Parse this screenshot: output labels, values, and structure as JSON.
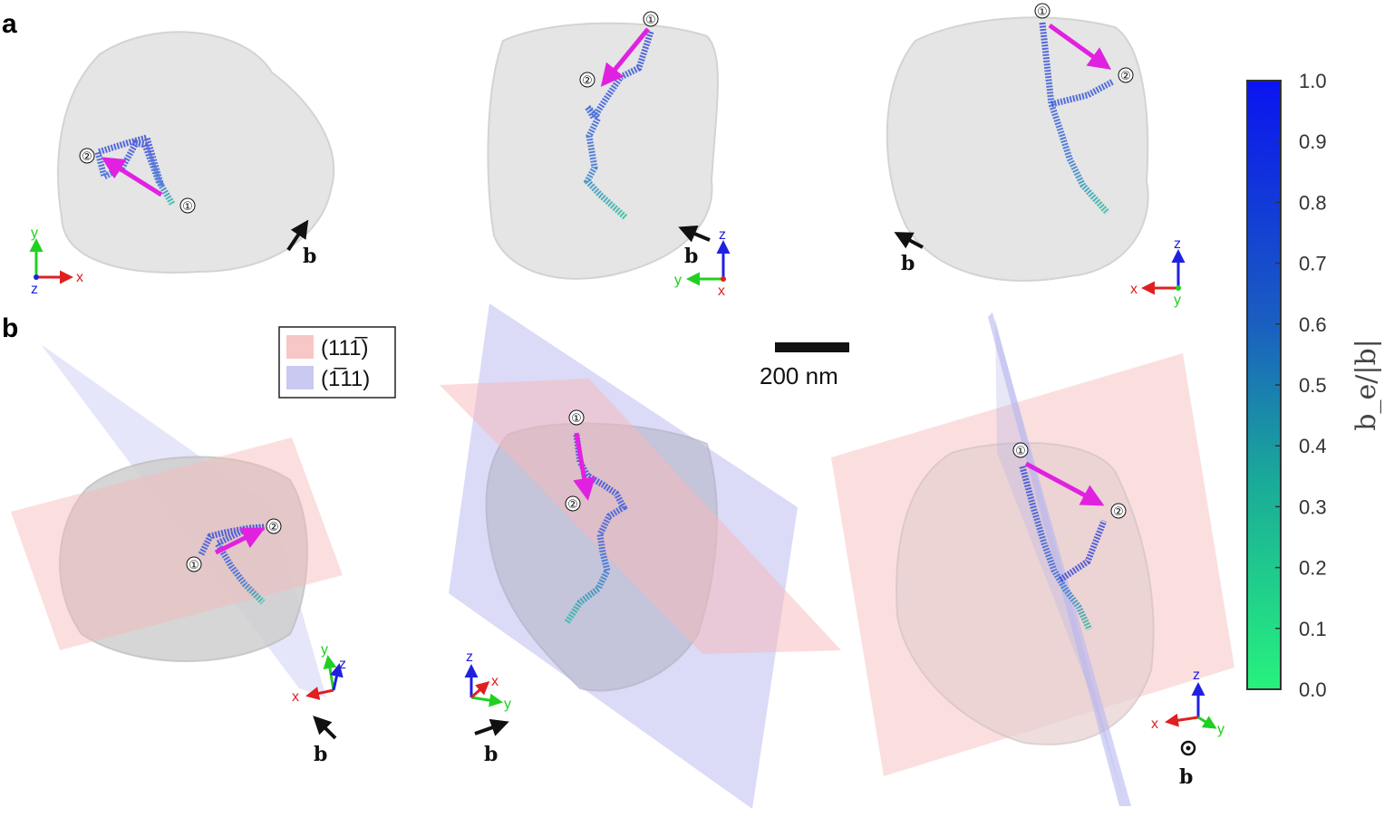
{
  "panels": [
    {
      "label": "a"
    },
    {
      "label": "b"
    }
  ],
  "vector_label": "b",
  "markers": [
    "①",
    "②"
  ],
  "axes_labels": {
    "x": "x",
    "y": "y",
    "z": "z"
  },
  "legend": {
    "items": [
      {
        "label": "(111̅)",
        "color": "#f7c6c6"
      },
      {
        "label": "(1̅11)",
        "color": "#c9c9f2"
      }
    ]
  },
  "scale_bar": {
    "label": "200 nm"
  },
  "colorbar": {
    "label": "b_e/|b|",
    "ticks": [
      "1.0",
      "0.9",
      "0.8",
      "0.7",
      "0.6",
      "0.5",
      "0.4",
      "0.3",
      "0.2",
      "0.1",
      "0.0"
    ],
    "color_low": "#27f27d",
    "color_high": "#0a14f0"
  },
  "colors": {
    "arrow_magenta": "#e022e0",
    "plane_red": "#f7b8b8",
    "plane_blue": "#b8b8f2",
    "particle": "#dcdcdc"
  }
}
